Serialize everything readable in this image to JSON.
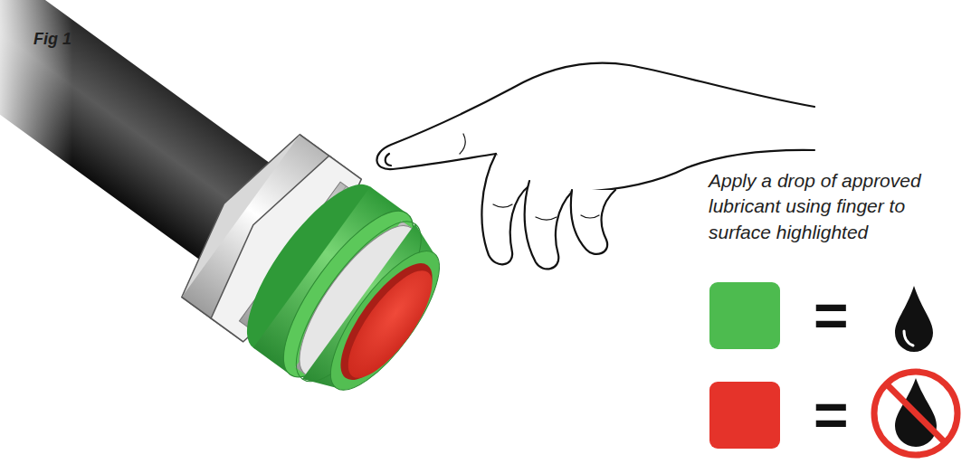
{
  "diagram": {
    "title": "Fig 1",
    "labels": [
      "Apply a drop of approved lubricant using finger to surface highlighted"
    ],
    "legend": [
      {
        "text": "=",
        "color": "#4dbb4f"
      },
      {
        "text": "=",
        "color": "#e5332a"
      }
    ]
  }
}
